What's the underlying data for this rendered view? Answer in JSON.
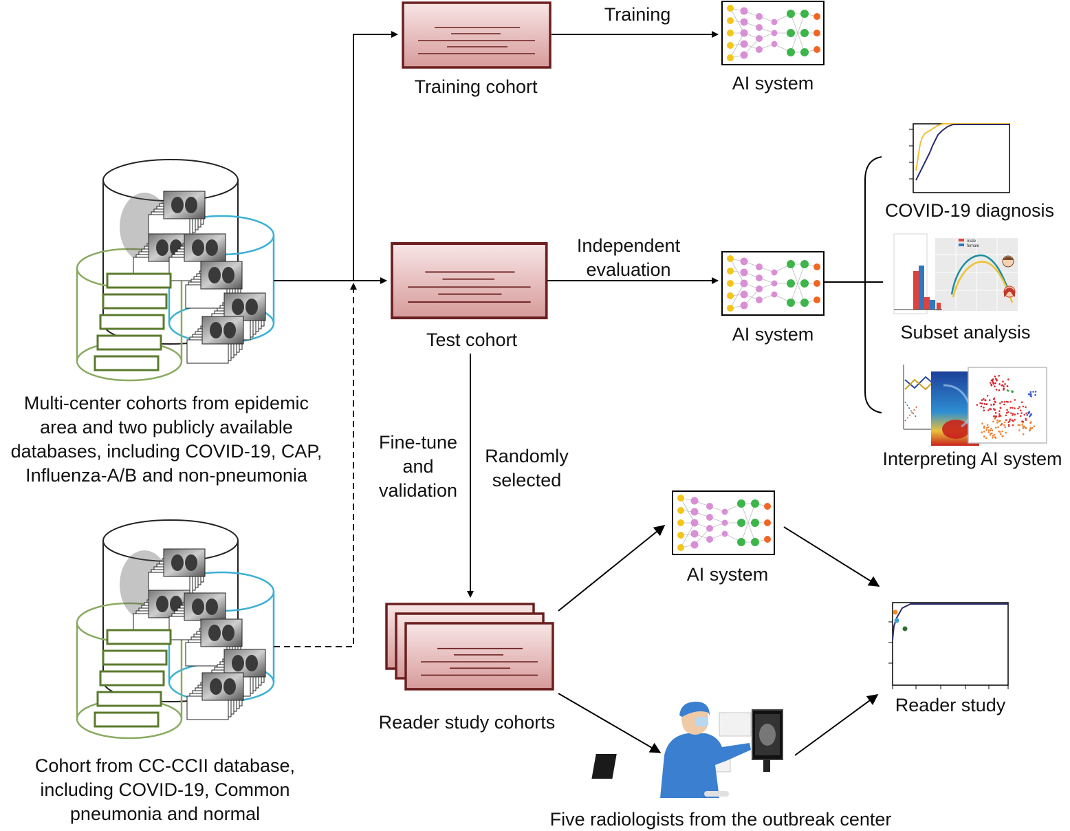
{
  "labels": {
    "training_cohort": "Training cohort",
    "training_arrow": "Training",
    "ai_system_top": "AI system",
    "test_cohort": "Test cohort",
    "independent_evaluation": [
      "Independent",
      "evaluation"
    ],
    "ai_system_mid": "AI system",
    "covid_diagnosis": "COVID-19 diagnosis",
    "subset_analysis": "Subset analysis",
    "interpreting_ai": "Interpreting AI system",
    "fine_tune": [
      "Fine-tune",
      "and",
      "validation"
    ],
    "randomly_selected": [
      "Randomly",
      "selected"
    ],
    "reader_study_cohorts": "Reader study cohorts",
    "ai_system_bottom": "AI system",
    "reader_study": "Reader study",
    "five_radiologists": "Five radiologists from the outbreak center",
    "multi_center": [
      "Multi-center cohorts from epidemic",
      "area and two publicly available",
      "databases, including COVID-19, CAP,",
      "Influenza-A/B and non-pneumonia"
    ],
    "cc_ccii": [
      "Cohort from CC-CCII database,",
      "including COVID-19, Common",
      "pneumonia and normal"
    ]
  },
  "subset_legend": [
    "male",
    "female"
  ],
  "colors": {
    "cohort_box_border": "#6b1f1f",
    "cohort_box_fill_top": "#f7e3e3",
    "cohort_box_fill_bottom": "#d99c9c",
    "nn_input": "#f5c518",
    "nn_hidden": "#d98fd6",
    "nn_output_hidden": "#3cb54a",
    "nn_out": "#f26522",
    "cylinder_black": "#222222",
    "cylinder_cyan": "#3ab0d4",
    "cylinder_green": "#8aaa60"
  }
}
